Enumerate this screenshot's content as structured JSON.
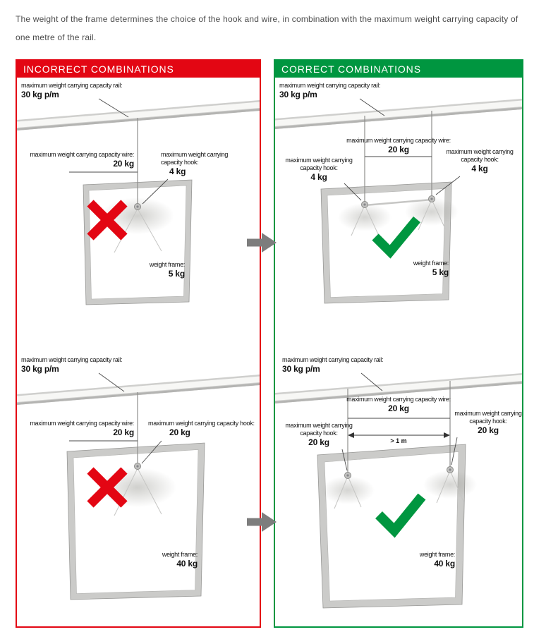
{
  "intro": "The weight of the frame determines the choice of the hook and wire, in combination with the maximum weight carrying capacity of one metre of the rail.",
  "colors": {
    "incorrect_red": "#e30613",
    "correct_green": "#009640",
    "arrow_gray": "#7d7d7d"
  },
  "incorrect": {
    "header": "INCORRECT COMBINATIONS",
    "panel1": {
      "rail_label": "maximum weight carrying capacity rail:",
      "rail_value": "30 kg p/m",
      "wire_label": "maximum weight carrying capacity wire:",
      "wire_value": "20 kg",
      "hook_label": "maximum weight carrying capacity hook:",
      "hook_value": "4 kg",
      "frame_label": "weight frame:",
      "frame_value": "5 kg"
    },
    "panel2": {
      "rail_label": "maximum weight carrying capacity rail:",
      "rail_value": "30 kg p/m",
      "wire_label": "maximum weight carrying capacity wire:",
      "wire_value": "20 kg",
      "hook_label": "maximum weight carrying capacity hook:",
      "hook_value": "20 kg",
      "frame_label": "weight frame:",
      "frame_value": "40 kg"
    }
  },
  "correct": {
    "header": "CORRECT COMBINATIONS",
    "panel1": {
      "rail_label": "maximum weight carrying capacity rail:",
      "rail_value": "30 kg p/m",
      "wire_label": "maximum weight carrying capacity wire:",
      "wire_value": "20 kg",
      "hook_left_label": "maximum weight carrying capacity hook:",
      "hook_left_value": "4 kg",
      "hook_right_label": "maximum weight carrying capacity hook:",
      "hook_right_value": "4 kg",
      "frame_label": "weight frame:",
      "frame_value": "5 kg"
    },
    "panel2": {
      "rail_label": "maximum weight carrying capacity rail:",
      "rail_value": "30 kg p/m",
      "wire_label": "maximum weight carrying capacity wire:",
      "wire_value": "20 kg",
      "hook_left_label": "maximum weight carrying capacity hook:",
      "hook_left_value": "20 kg",
      "hook_right_label": "maximum weight carrying capacity hook:",
      "hook_right_value": "20 kg",
      "distance_label": "> 1 m",
      "frame_label": "weight frame:",
      "frame_value": "40 kg"
    }
  }
}
